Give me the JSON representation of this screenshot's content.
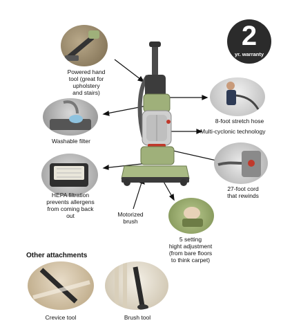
{
  "badge": {
    "number": "2",
    "text": "yr. warranty"
  },
  "callouts": {
    "powered_hand_tool": [
      "Powered hand",
      "tool (great for",
      "upholstery",
      "and stairs)"
    ],
    "washable_filter": [
      "Washable filter"
    ],
    "hepa_filtration": [
      "HEPA filtration",
      "prevents allergens",
      "from coming back",
      "out"
    ],
    "motorized_brush": [
      "Motorized",
      "brush"
    ],
    "setting_height": [
      "5 setting",
      "hight adjustment",
      "(from bare floors",
      "to think carpet)"
    ],
    "stretch_hose": [
      "8-foot stretch hose"
    ],
    "multi_cyclonic": [
      "Multi-cyclonic technology"
    ],
    "cord": [
      "27-foot cord",
      "that rewinds"
    ]
  },
  "other_attachments": {
    "heading": "Other attachments",
    "crevice_tool": "Crevice tool",
    "brush_tool": "Brush tool"
  },
  "colors": {
    "body_green": "#9fb07a",
    "dark_grey": "#3a3a3a",
    "clear_canister": "#c9c9c9",
    "accent_red": "#c0392b",
    "badge_bg": "#2b2b2b"
  }
}
